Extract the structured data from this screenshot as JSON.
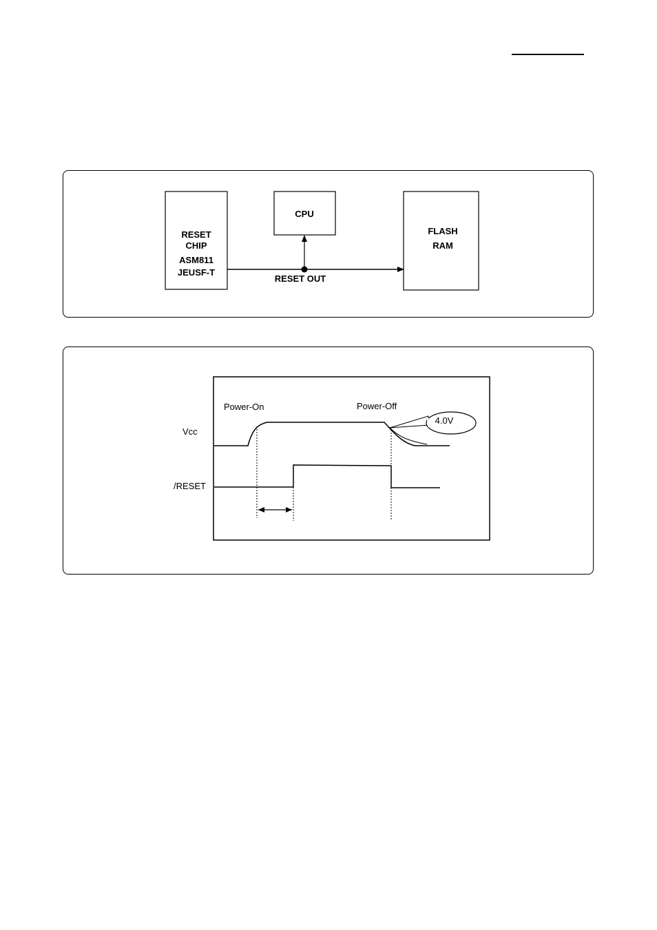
{
  "block_diagram": {
    "reset_chip": {
      "line1": "RESET",
      "line2": "CHIP",
      "line3": "ASM811",
      "line4": "JEUSF-T"
    },
    "cpu": {
      "label": "CPU"
    },
    "flash_ram": {
      "line1": "FLASH",
      "line2": "RAM"
    },
    "signal_label": "RESET OUT"
  },
  "timing_diagram": {
    "power_on_label": "Power-On",
    "power_off_label": "Power-Off",
    "vcc_label": "Vcc",
    "reset_label": "/RESET",
    "threshold_callout": "4.0V"
  }
}
